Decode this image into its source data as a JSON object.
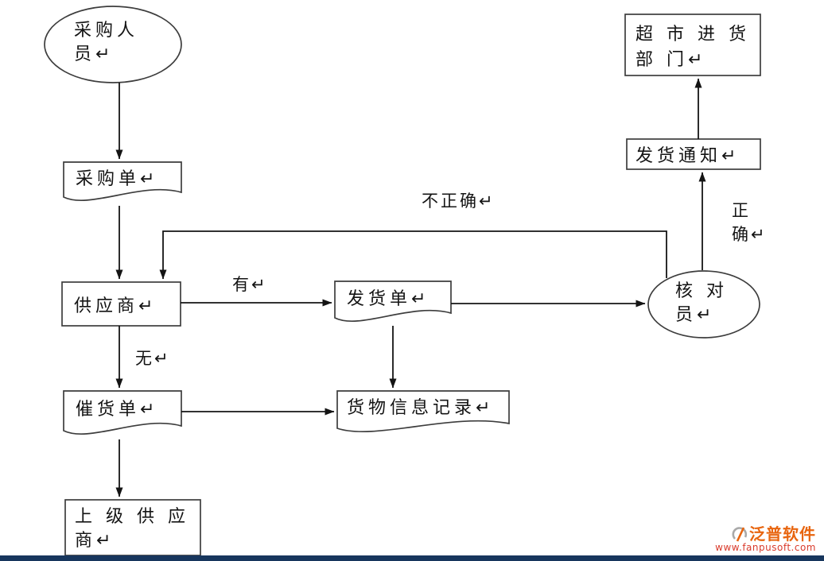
{
  "nodes": {
    "purchaser": {
      "label": "采购人\n员↵"
    },
    "purchase_order": {
      "label": "采购单↵"
    },
    "supplier": {
      "label": "供应商↵"
    },
    "delivery_note": {
      "label": "发货单↵"
    },
    "checker": {
      "label": "核 对\n员↵"
    },
    "delivery_notice": {
      "label": "发货通知↵"
    },
    "supermarket_dept": {
      "label": "超 市 进 货\n部 门↵"
    },
    "expedite_order": {
      "label": "催货单↵"
    },
    "goods_record": {
      "label": "货物信息记录↵"
    },
    "superior_supplier": {
      "label": "上 级 供 应\n商↵"
    }
  },
  "edge_labels": {
    "has": "有↵",
    "none": "无↵",
    "incorrect": "不正确↵",
    "correct": "正\n确↵"
  },
  "watermark": {
    "brand": "泛普软件",
    "url": "www.fanpusoft.com",
    "brand_color": "#e8650f",
    "url_color": "#d93a2b"
  },
  "footer_bar_color": "#17365d"
}
